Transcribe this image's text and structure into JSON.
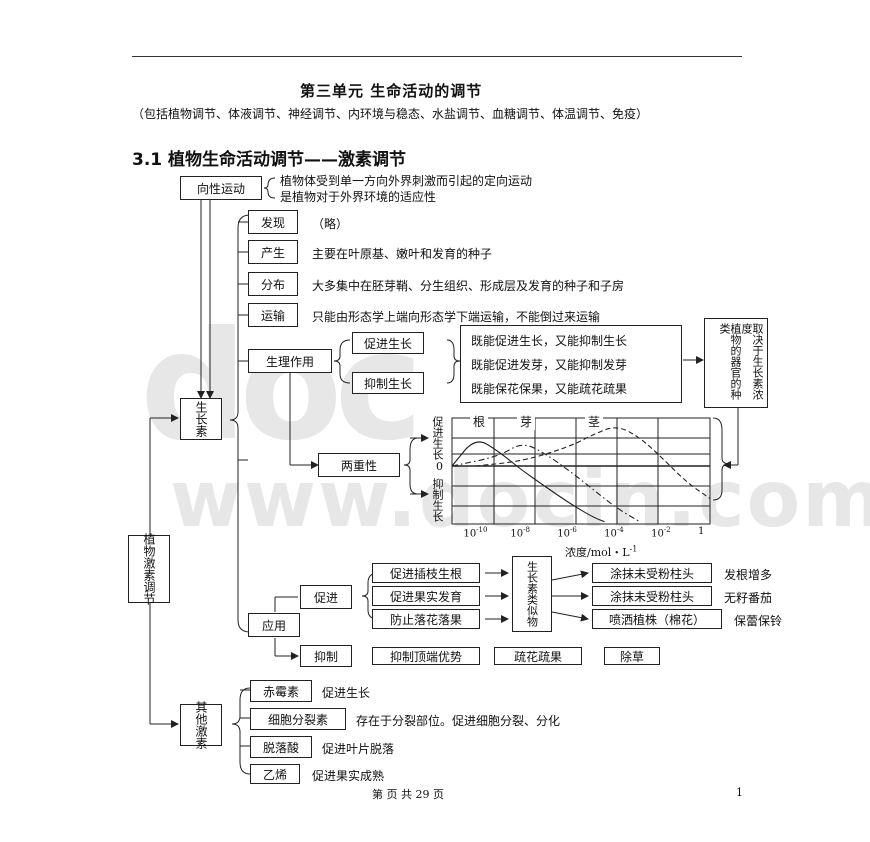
{
  "header": {
    "title": "第三单元   生命活动的调节",
    "subtitle": "（包括植物调节、体液调节、神经调节、内环境与稳态、水盐调节、血糖调节、体温调节、免疫）",
    "section": "3.1 植物生命活动调节——激素调节"
  },
  "tropism": {
    "label": "向性运动",
    "desc1": "植物体受到单一方向外界刺激而引起的定向运动",
    "desc2": "是植物对于外界环境的适应性"
  },
  "auxin": {
    "label": "生长素",
    "items": [
      {
        "label": "发现",
        "text": "（略）"
      },
      {
        "label": "产生",
        "text": "主要在叶原基、嫩叶和发育的种子"
      },
      {
        "label": "分布",
        "text": "大多集中在胚芽鞘、分生组织、形成层及发育的种子和子房"
      },
      {
        "label": "运输",
        "text": "只能由形态学上端向形态学下端运输，不能倒过来运输"
      }
    ],
    "physio": {
      "label": "生理作用",
      "promote": "促进生长",
      "inhibit": "抑制生长",
      "effects": [
        "既能促进生长，又能抑制生长",
        "既能促进发芽，又能抑制发芽",
        "既能保花保果，又能疏花疏果"
      ],
      "depends": "取决于生长素浓度",
      "organ": "植物的器官的种类"
    },
    "dual": {
      "label": "两重性",
      "promote_axis": "促进生长",
      "zero": "0",
      "inhibit_axis": "抑制生长"
    },
    "application": {
      "label": "应用",
      "promote": "促进",
      "items": [
        "促进插枝生根",
        "促进果实发育",
        "防止落花落果"
      ],
      "analog": "生长素类似物",
      "methods": [
        "涂抹未受粉柱头",
        "涂抹未受粉柱头",
        "喷洒植株（棉花）"
      ],
      "results": [
        "发根增多",
        "无籽番茄",
        "保蕾保铃"
      ],
      "inhibit": "抑制",
      "inhibit_items": [
        "抑制顶端优势",
        "疏花疏果",
        "除草"
      ]
    }
  },
  "plant_hormone": {
    "label": "植物激素调节"
  },
  "other": {
    "label": "其他激素",
    "items": [
      {
        "label": "赤霉素",
        "text": "促进生长"
      },
      {
        "label": "细胞分裂素",
        "text": "存在于分裂部位。促进细胞分裂、分化"
      },
      {
        "label": "脱落酸",
        "text": "促进叶片脱落"
      },
      {
        "label": "乙烯",
        "text": "促进果实成熟"
      }
    ]
  },
  "footer": {
    "pages": "第  页  共 29 页",
    "page_num": "1"
  },
  "watermark": {
    "line1": "doc",
    "line2": "www.docin.com"
  },
  "chart_data": {
    "type": "line",
    "xlabel": "浓度/mol・L",
    "xlabel_sup": "-1",
    "xticks": [
      {
        "base": "10",
        "exp": "-10",
        "logx": -10
      },
      {
        "base": "10",
        "exp": "-8",
        "logx": -8
      },
      {
        "base": "10",
        "exp": "-6",
        "logx": -6
      },
      {
        "base": "10",
        "exp": "-4",
        "logx": -4
      },
      {
        "base": "10",
        "exp": "-2",
        "logx": -2
      },
      {
        "base": "1",
        "exp": "",
        "logx": 0
      }
    ],
    "xlim": [
      -11,
      0
    ],
    "ylim": [
      -2.5,
      2
    ],
    "series": [
      {
        "name": "根",
        "style": "solid",
        "x": [
          -11,
          -10,
          -9,
          -8,
          -7,
          -6,
          -5,
          -4.5
        ],
        "y": [
          0,
          1.2,
          0.6,
          -0.2,
          -0.9,
          -1.6,
          -2.2,
          -2.4
        ]
      },
      {
        "name": "芽",
        "style": "dashdot",
        "x": [
          -11,
          -9,
          -8,
          -7,
          -6,
          -5,
          -4,
          -3
        ],
        "y": [
          0,
          0.4,
          1.0,
          0.5,
          -0.2,
          -1.0,
          -1.8,
          -2.4
        ]
      },
      {
        "name": "茎",
        "style": "dashed",
        "x": [
          -10,
          -8,
          -6,
          -5,
          -4,
          -3,
          -2,
          -1,
          0
        ],
        "y": [
          0,
          0.2,
          0.8,
          1.3,
          1.7,
          1.2,
          0.3,
          -0.7,
          -1.4
        ]
      }
    ]
  }
}
